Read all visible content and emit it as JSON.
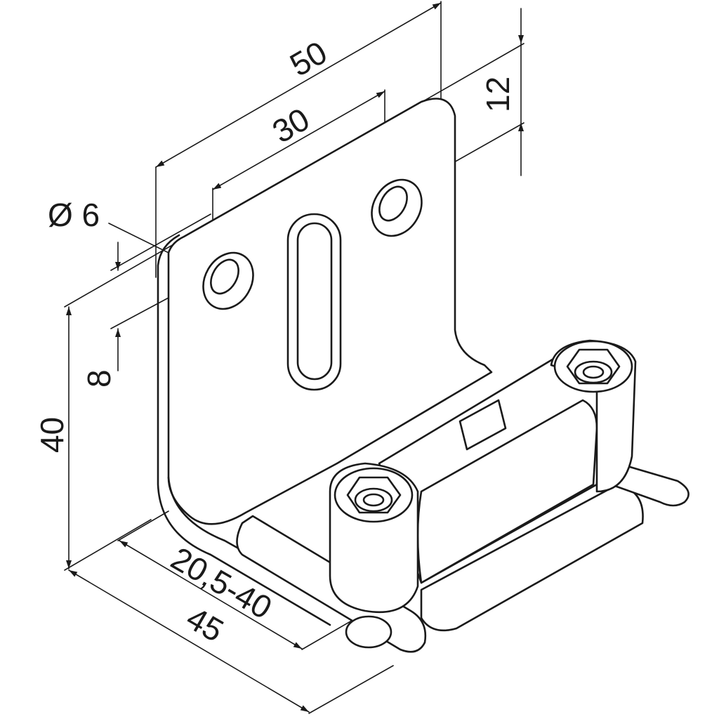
{
  "drawing": {
    "dimensions": {
      "width_top": "50",
      "hole_spacing": "30",
      "hole_offset_top": "12",
      "hole_diameter": "Ø 6",
      "hole_offset_side": "8",
      "height": "40",
      "adjust_range": "20,5-40",
      "depth": "45"
    },
    "line_color": "#1a1a1a"
  }
}
